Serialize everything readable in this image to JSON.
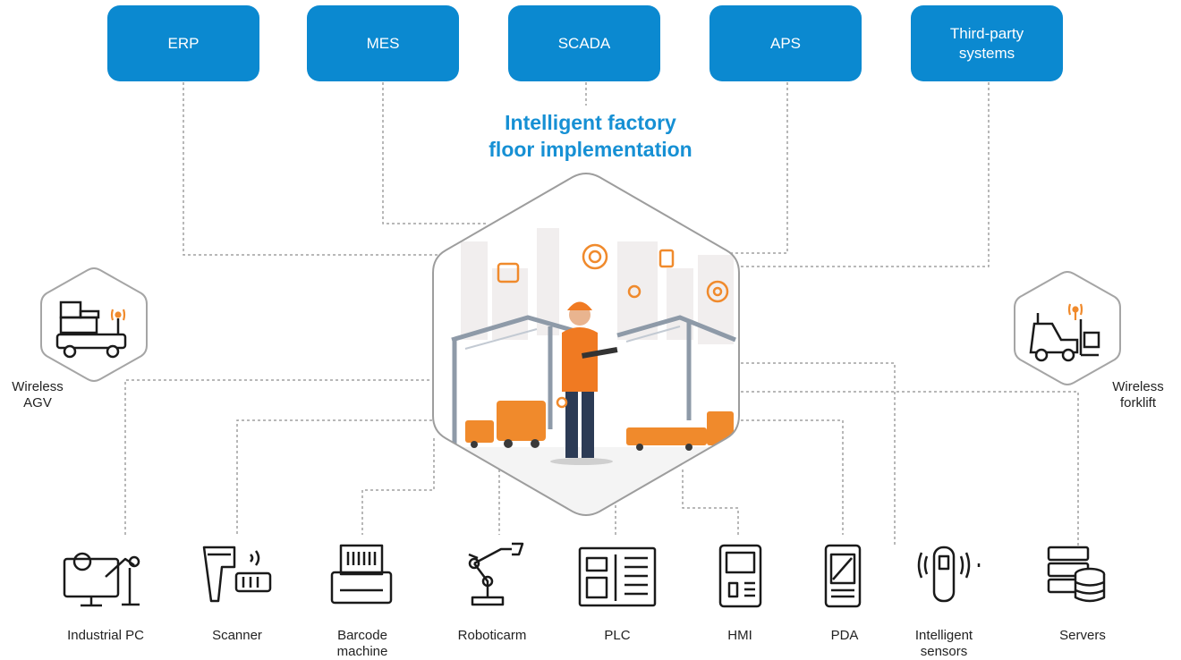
{
  "title_lines": [
    "Intelligent factory",
    "floor implementation"
  ],
  "top_systems": [
    {
      "label": "ERP"
    },
    {
      "label": "MES"
    },
    {
      "label": "SCADA"
    },
    {
      "label": "APS"
    },
    {
      "label": "Third-party systems"
    }
  ],
  "side_devices": {
    "left": {
      "label_lines": [
        "Wireless",
        "AGV"
      ],
      "icon": "agv-icon"
    },
    "right": {
      "label_lines": [
        "Wireless",
        "forklift"
      ],
      "icon": "forklift-icon"
    }
  },
  "bottom_devices": [
    {
      "label_lines": [
        "Industrial PC"
      ],
      "icon": "industrial-pc-icon"
    },
    {
      "label_lines": [
        "Scanner"
      ],
      "icon": "scanner-icon"
    },
    {
      "label_lines": [
        "Barcode",
        "machine"
      ],
      "icon": "barcode-machine-icon"
    },
    {
      "label_lines": [
        "Roboticarm"
      ],
      "icon": "robotic-arm-icon"
    },
    {
      "label_lines": [
        "PLC"
      ],
      "icon": "plc-icon"
    },
    {
      "label_lines": [
        "HMI"
      ],
      "icon": "hmi-icon"
    },
    {
      "label_lines": [
        "PDA"
      ],
      "icon": "pda-icon"
    },
    {
      "label_lines": [
        "Intelligent",
        "sensors"
      ],
      "icon": "sensor-icon"
    },
    {
      "label_lines": [
        "Servers"
      ],
      "icon": "server-icon"
    }
  ],
  "colors": {
    "box": "#0b89d0",
    "title": "#1690d4",
    "accent": "#f08a2c",
    "connector": "#9a9a9a"
  }
}
